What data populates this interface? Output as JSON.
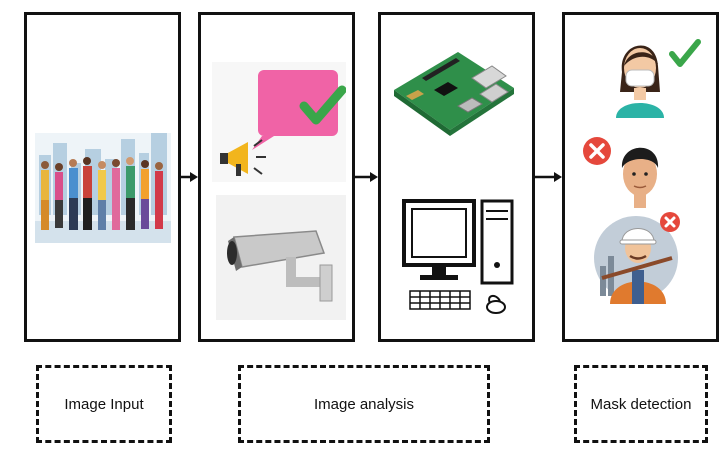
{
  "stages": [
    {
      "id": "input",
      "label": "Image Input"
    },
    {
      "id": "analysis",
      "label": "Image analysis"
    },
    {
      "id": "detection",
      "label": "Mask detection"
    }
  ],
  "colors": {
    "border": "#111111",
    "check": "#3aa64a",
    "cross": "#e5483c",
    "speech_bubble": "#f063a6"
  },
  "icons": [
    "crowd-image",
    "megaphone-icon",
    "speech-bubble-icon",
    "checkmark-icon",
    "cctv-camera-icon",
    "raspberry-pi-board",
    "desktop-computer-icon",
    "masked-woman-icon",
    "unmasked-man-icon",
    "worker-icon",
    "cross-icon"
  ]
}
